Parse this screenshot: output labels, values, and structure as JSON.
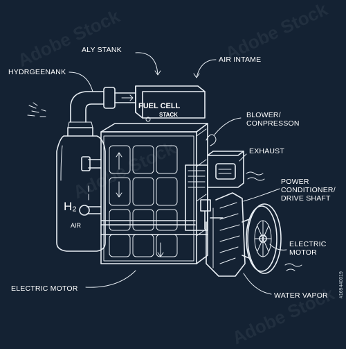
{
  "labels": {
    "aly_stank": "ALY STANK",
    "air_intame": "AIR INTAME",
    "hydrogeenank": "HYDRGEENANK",
    "blower": "BLOWER/\nCONPRESSON",
    "exhaust": "EXHAUST",
    "power_conditioner": "POWER\nCONDITIONER/\nDRIVE SHAFT",
    "electric_motor_right": "ELECTRIC\nMOTOR",
    "electric_motor_left": "ELECTRIC MOTOR",
    "water_vapor": "WATER VAPOR"
  },
  "stack_label": {
    "line1": "FUEL CELL",
    "line2": "STACK"
  },
  "tank_label": {
    "h2": "H₂",
    "air": "AIR"
  },
  "watermark": "Adobe Stock",
  "stock_id": "#169440019",
  "colors": {
    "background": "#142233",
    "line": "#e8eef4"
  }
}
